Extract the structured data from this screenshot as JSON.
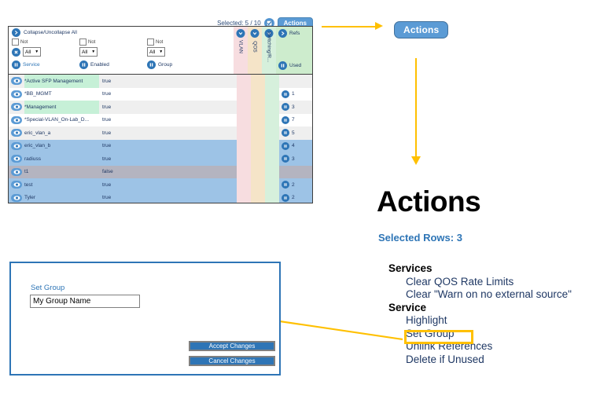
{
  "table": {
    "selected_label": "Selected: 5 / 10",
    "select_icon": "checkbox-select-icon",
    "actions_button": "Actions",
    "collapse_label": "Collapse/Uncollapse All",
    "filters": [
      {
        "not_label": "Not",
        "select_value": "All",
        "name": "Service"
      },
      {
        "not_label": "Not",
        "select_value": "All",
        "name": "Enabled"
      },
      {
        "not_label": "Not",
        "select_value": "All",
        "name": "Group"
      }
    ],
    "stripe_columns": [
      {
        "label": "VLAN",
        "color": "#f7dde0"
      },
      {
        "label": "QOS",
        "color": "#f5e4c8"
      },
      {
        "label": "Switching/R...",
        "color": "#d6f0dc"
      }
    ],
    "refs_header": "Refs",
    "used_header": "Used",
    "rows": [
      {
        "name": "*Active SFP Management",
        "enabled": "true",
        "refs": "",
        "row_style": "r-grey",
        "name_style": "nm-green"
      },
      {
        "name": "*BB_MGMT",
        "enabled": "true",
        "refs": "1",
        "row_style": "r-white",
        "name_style": "nm-white"
      },
      {
        "name": "*Management",
        "enabled": "true",
        "refs": "3",
        "row_style": "r-grey",
        "name_style": "nm-green"
      },
      {
        "name": "*Special-VLAN_On-Lab_D...",
        "enabled": "true",
        "refs": "7",
        "row_style": "r-white",
        "name_style": "nm-white"
      },
      {
        "name": "eric_vlan_a",
        "enabled": "true",
        "refs": "5",
        "row_style": "r-grey",
        "name_style": "nm-white"
      },
      {
        "name": "eric_vlan_b",
        "enabled": "true",
        "refs": "4",
        "row_style": "r-blue",
        "name_style": "nm-white"
      },
      {
        "name": "radiuss",
        "enabled": "true",
        "refs": "3",
        "row_style": "r-blue",
        "name_style": "nm-white"
      },
      {
        "name": "t1",
        "enabled": "false",
        "refs": "",
        "row_style": "r-bluedk",
        "name_style": "nm-white"
      },
      {
        "name": "test",
        "enabled": "true",
        "refs": "2",
        "row_style": "r-blue",
        "name_style": "nm-white"
      },
      {
        "name": "Tyler",
        "enabled": "true",
        "refs": "2",
        "row_style": "r-blue",
        "name_style": "nm-white"
      }
    ]
  },
  "callout": {
    "actions_button": "Actions"
  },
  "actions_panel": {
    "title": "Actions",
    "selected_rows": "Selected Rows: 3",
    "groups": [
      {
        "heading": "Services",
        "items": [
          "Clear QOS Rate Limits",
          "Clear \"Warn on no external source\""
        ]
      },
      {
        "heading": "Service",
        "items": [
          "Highlight",
          "Set Group",
          "Unlink References",
          "Delete if Unused"
        ]
      }
    ],
    "highlighted_item": "Set Group"
  },
  "dialog": {
    "label": "Set Group",
    "input_value": "My Group Name",
    "input_placeholder": "",
    "accept_button": "Accept Changes",
    "cancel_button": "Cancel Changes"
  },
  "colors": {
    "accent_blue": "#2e75b6",
    "button_blue": "#5b9bd5",
    "arrow_gold": "#ffc000",
    "highlight_border": "#ffc000"
  }
}
